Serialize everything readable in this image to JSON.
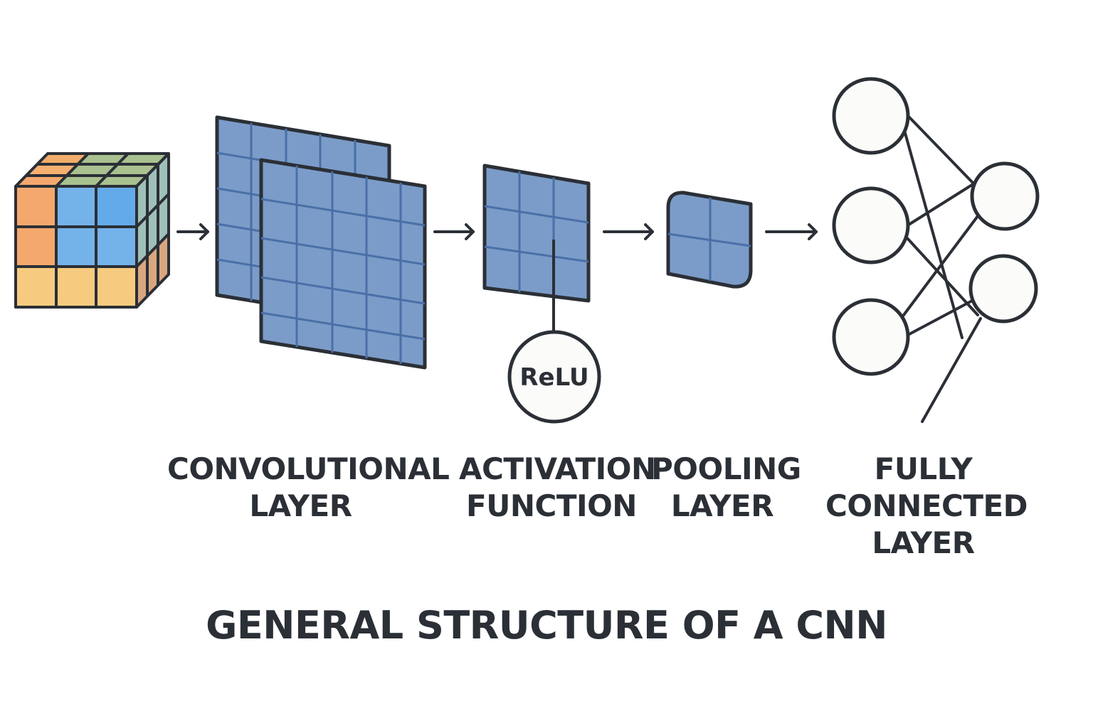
{
  "title": "GENERAL STRUCTURE OF A CNN",
  "labels": {
    "convolutional": [
      "CONVOLUTIONAL",
      "LAYER"
    ],
    "activation": [
      "ACTIVATION",
      "FUNCTION"
    ],
    "pooling": [
      "POOLING",
      "LAYER"
    ],
    "fully_connected": [
      "FULLY",
      "CONNECTED",
      "LAYER"
    ]
  },
  "relu_label": "ReLU",
  "colors": {
    "stroke": "#2b2f36",
    "feature_map_fill": "#7b9cc8",
    "feature_map_grid": "#4a6fa8",
    "node_fill": "#fbfbf9",
    "cube_orange": "#f5a86e",
    "cube_yellow": "#f7cb7f",
    "cube_blue": "#74b2ea",
    "cube_green": "#a9c18f"
  },
  "icons": [
    "input-cube-icon",
    "arrow-right-icon",
    "neuron-node-icon"
  ]
}
